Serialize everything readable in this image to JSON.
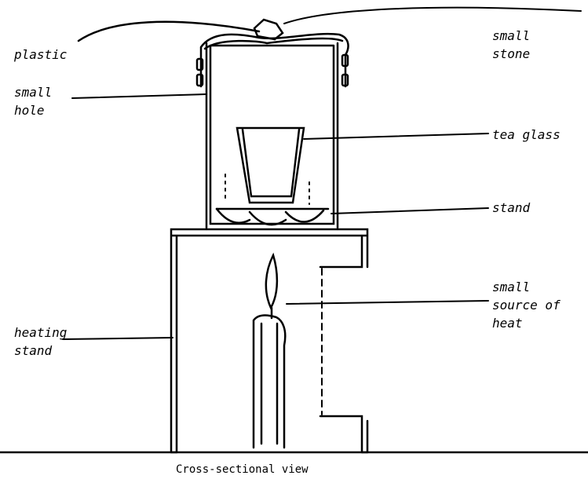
{
  "labels": {
    "plastic": "plastic",
    "small_stone": [
      "small",
      "stone"
    ],
    "small_hole": [
      "small",
      "hole"
    ],
    "tea_glass": "tea glass",
    "stand": "stand",
    "heat_source": [
      "small",
      "source of",
      "heat"
    ],
    "heating_stand": [
      "heating",
      "stand"
    ]
  },
  "caption": "Cross-sectional view"
}
